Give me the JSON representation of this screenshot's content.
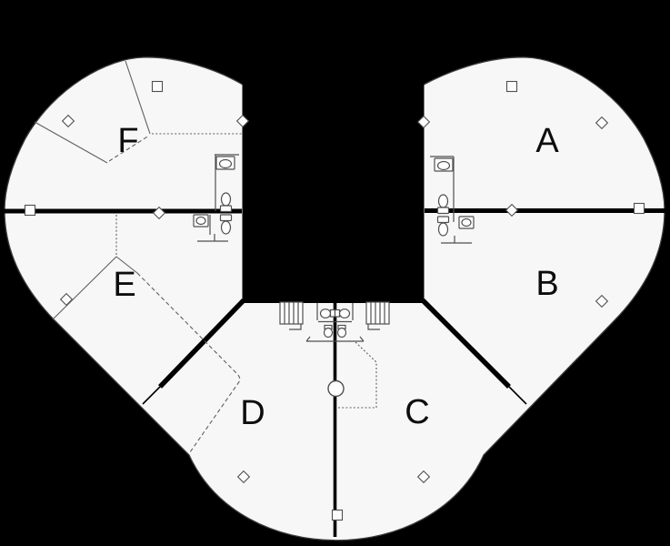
{
  "floorplan": {
    "zones": [
      {
        "id": "a",
        "label": "A"
      },
      {
        "id": "b",
        "label": "B"
      },
      {
        "id": "c",
        "label": "C"
      },
      {
        "id": "d",
        "label": "D"
      },
      {
        "id": "e",
        "label": "E"
      },
      {
        "id": "f",
        "label": "F"
      }
    ],
    "colors": {
      "background": "#000000",
      "floor": "#f7f7f7",
      "wall": "#000000",
      "partition": "#5f5f5f",
      "outline": "#3d3d3d",
      "fixture": "#4f4f4f",
      "label": "#0d0d0d"
    }
  }
}
